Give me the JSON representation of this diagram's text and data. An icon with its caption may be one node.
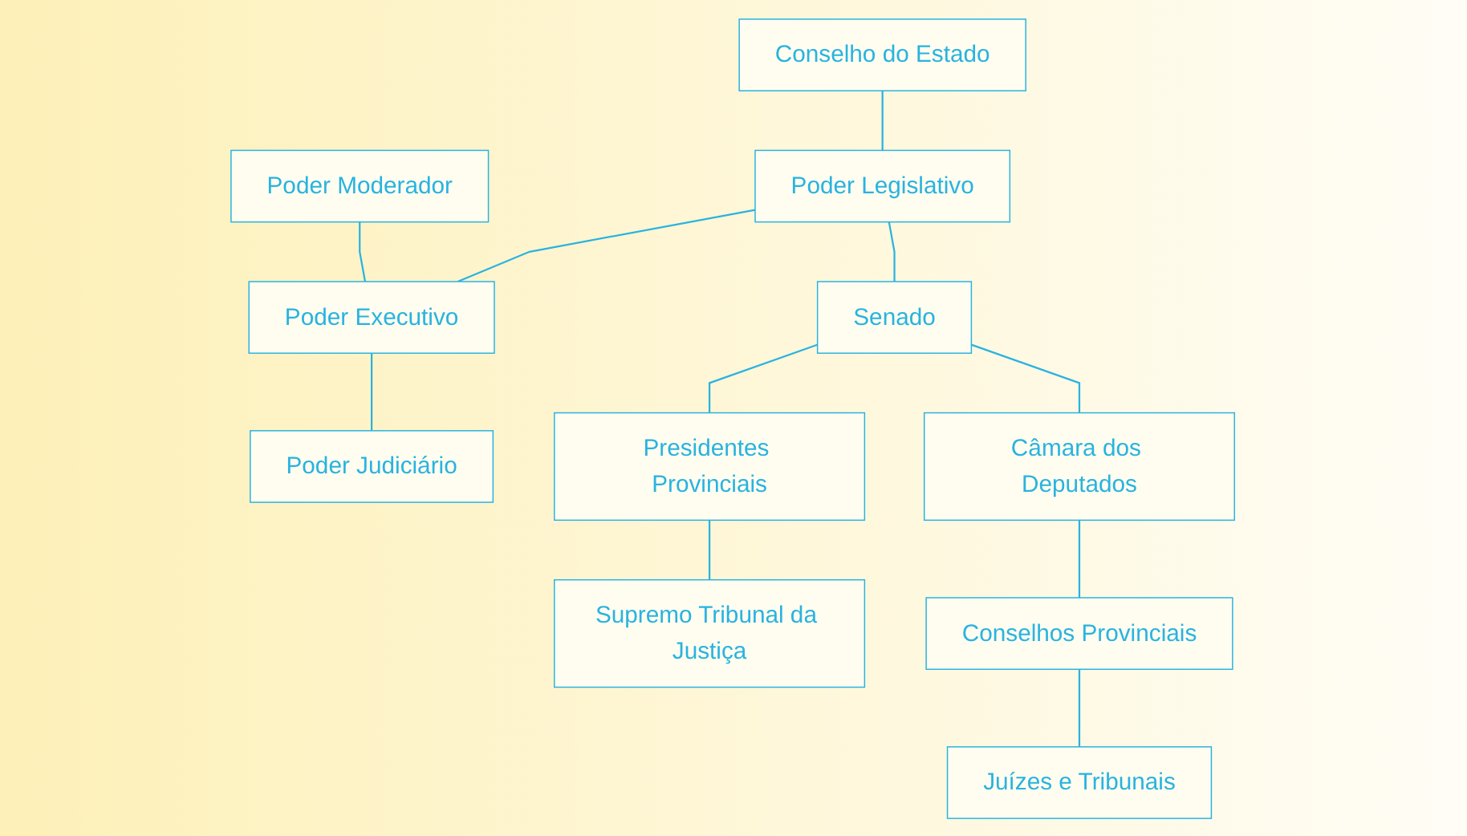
{
  "diagram": {
    "nodes": [
      {
        "text": [
          "Poder Moderador"
        ]
      },
      {
        "text": [
          "Conselho do Estado"
        ]
      },
      {
        "text": [
          "Poder Legislativo"
        ]
      },
      {
        "text": [
          "Poder Executivo"
        ]
      },
      {
        "text": [
          "Poder Judiciário"
        ]
      },
      {
        "text": [
          "Senado"
        ]
      },
      {
        "text": [
          "Presidentes Provinciais"
        ]
      },
      {
        "text": [
          "Supremo Tribunal da Justiça"
        ]
      },
      {
        "text": [
          "Câmara dos Deputados"
        ]
      },
      {
        "text": [
          "Conselhos Provinciais"
        ]
      },
      {
        "text": [
          "Juízes e Tribunais"
        ]
      }
    ],
    "edges": [
      {
        "from": 0,
        "to": 3,
        "arrow": "none"
      },
      {
        "from": 1,
        "to": 2,
        "arrow": "none"
      },
      {
        "from": 2,
        "to": 3,
        "arrow": "none"
      },
      {
        "from": 3,
        "to": 4,
        "arrow": "none"
      },
      {
        "from": 2,
        "to": 5,
        "arrow": "none"
      },
      {
        "from": 5,
        "to": 6,
        "arrow": "none"
      },
      {
        "from": 6,
        "to": 7,
        "arrow": "none"
      },
      {
        "from": 5,
        "to": 8,
        "arrow": "none"
      },
      {
        "from": 8,
        "to": 9,
        "arrow": "none"
      },
      {
        "from": 9,
        "to": 10,
        "arrow": "none"
      }
    ]
  }
}
